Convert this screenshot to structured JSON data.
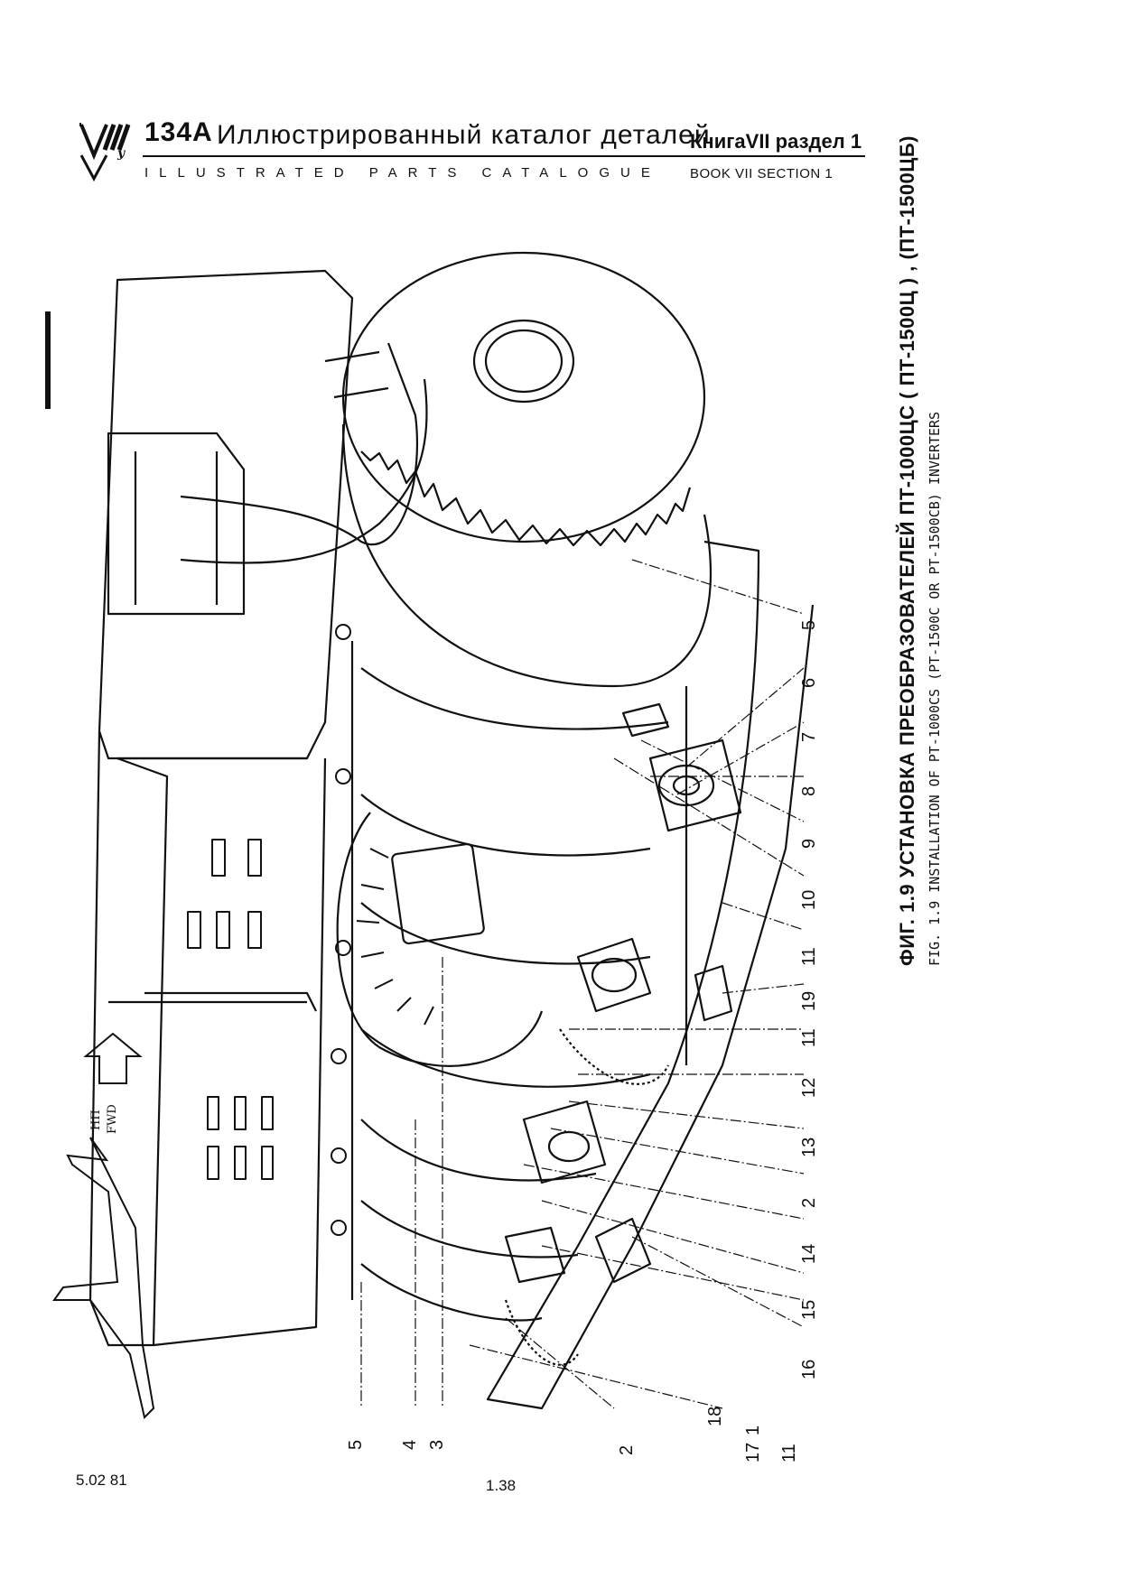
{
  "header": {
    "model": "134A",
    "title_ru": "Иллюстрированный каталог деталей",
    "title_en": "ILLUSTRATED PARTS CATALOGUE",
    "book_ru": "КнигаVII раздел 1",
    "book_en": "BOOK VII SECTION 1"
  },
  "figure": {
    "caption_ru": "ФИГ. 1.9 УСТАНОВКА ПРЕОБРАЗОВАТЕЛЕЙ ПТ-1000ЦС ( ПТ-1500Ц ) , (ПТ-1500ЦБ)",
    "caption_en": "FIG. 1.9 INSTALLATION OF PT-1000CS (PT-1500C OR PT-1500CB) INVERTERS",
    "fwd_ru": "НП",
    "fwd_en": "FWD",
    "callouts": [
      "5",
      "6",
      "7",
      "8",
      "9",
      "10",
      "11",
      "19",
      "11",
      "12",
      "13",
      "2",
      "14",
      "15",
      "16",
      "17",
      "18",
      "11",
      "1",
      "2",
      "3",
      "4",
      "5"
    ]
  },
  "footer": {
    "date": "5.02 81",
    "page": "1.38"
  }
}
